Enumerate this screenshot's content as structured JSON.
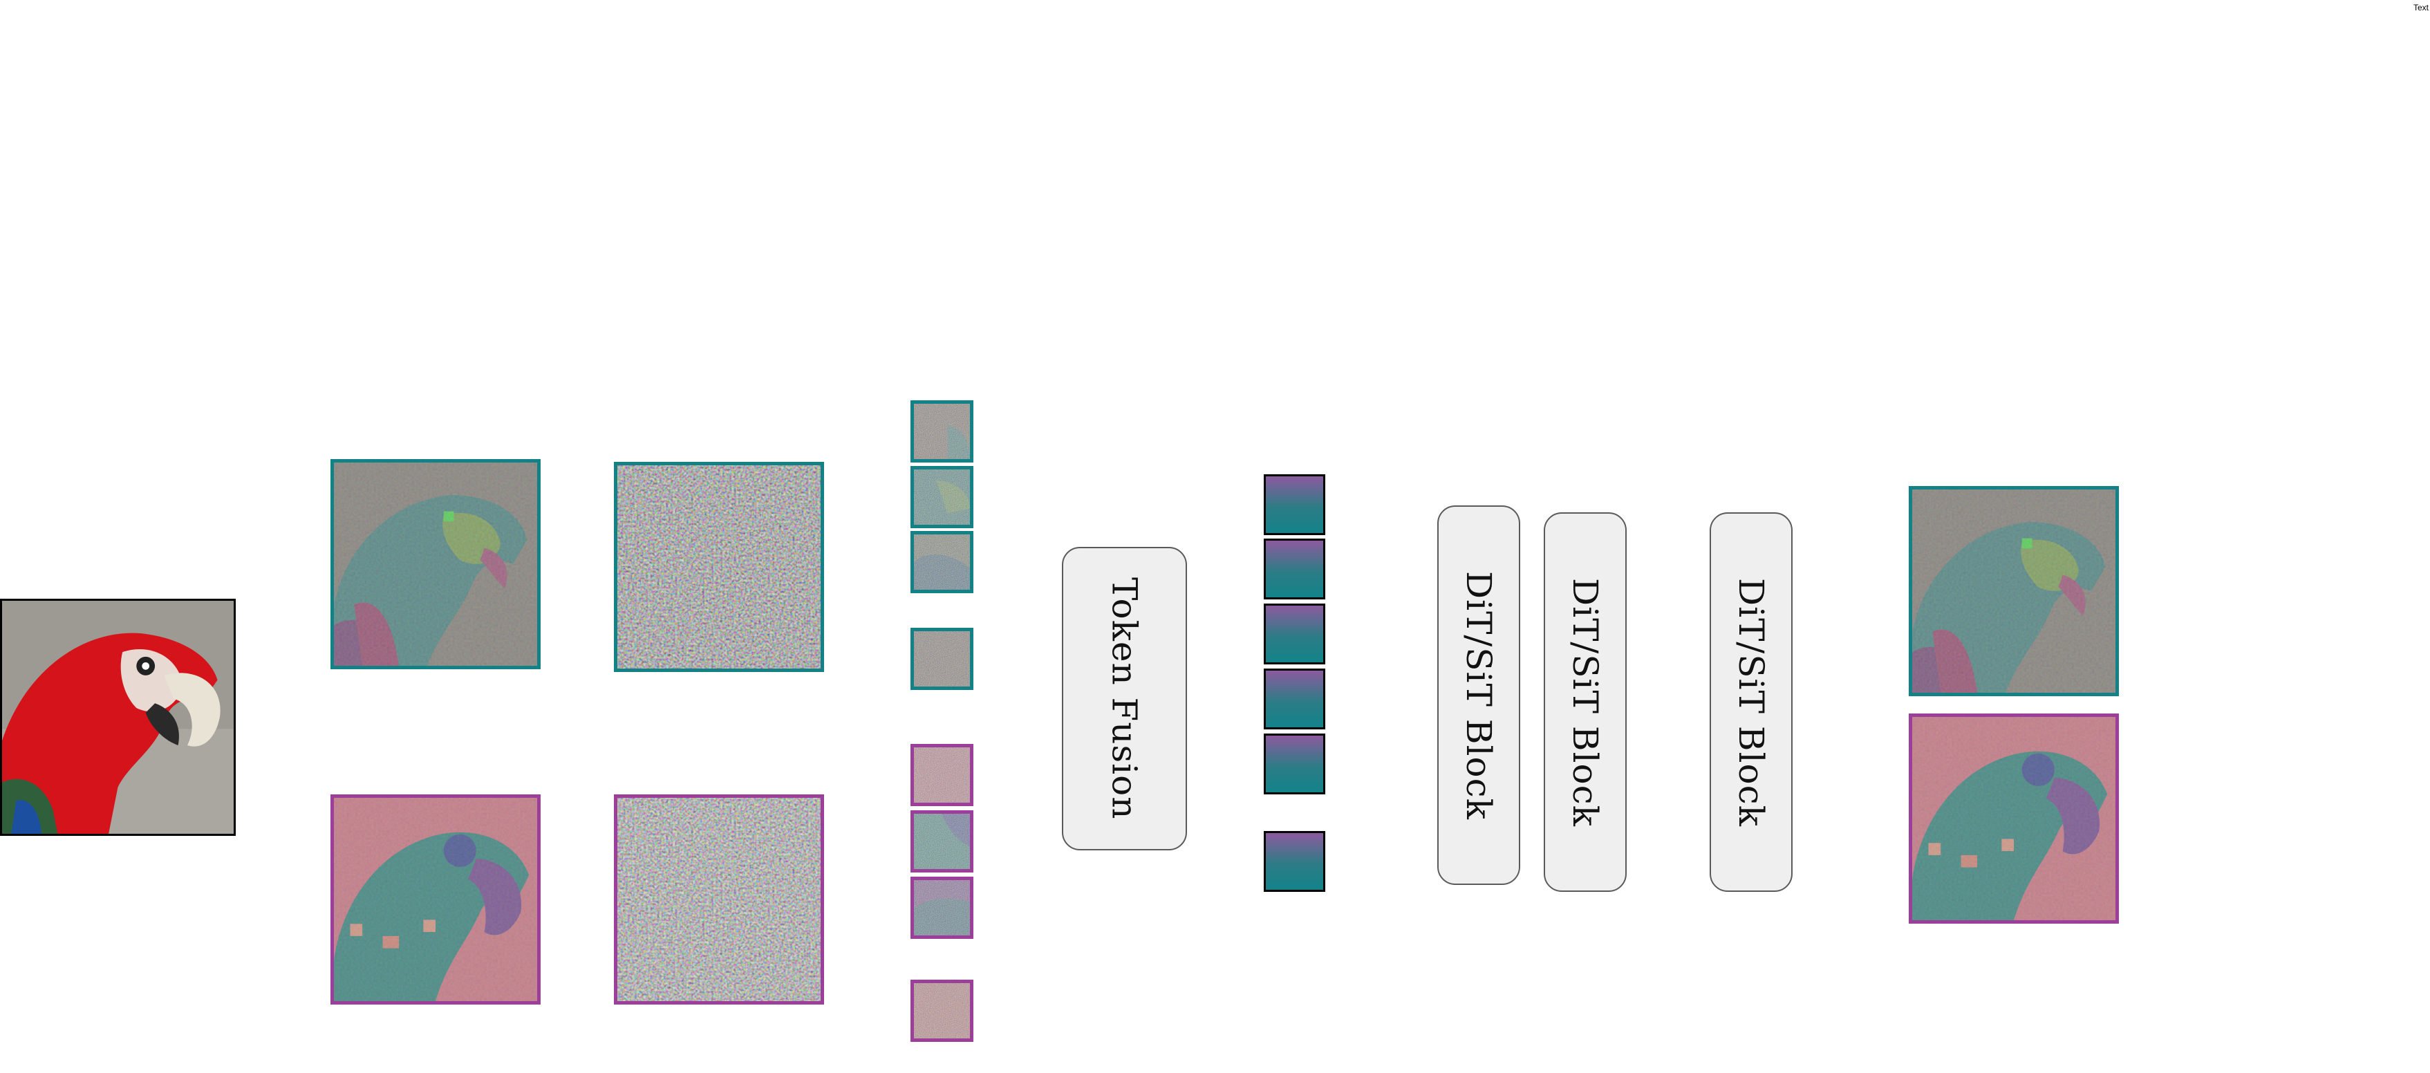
{
  "corner_label": "Text",
  "token_fusion_label": "Token Fusion",
  "blocks": [
    {
      "label": "DiT/SiT Block"
    },
    {
      "label": "DiT/SiT Block"
    },
    {
      "label": "DiT/SiT Block"
    }
  ],
  "colors": {
    "teal_frame": "#138287",
    "purple_frame": "#9b3f9b",
    "block_fill": "#efefef",
    "token_gradient_top": "#8c5a9e",
    "token_gradient_bottom": "#13838a"
  },
  "icons": {
    "input_image": "parrot-photo",
    "latent_a": "parrot-latent-teal",
    "latent_b": "parrot-latent-pink"
  }
}
